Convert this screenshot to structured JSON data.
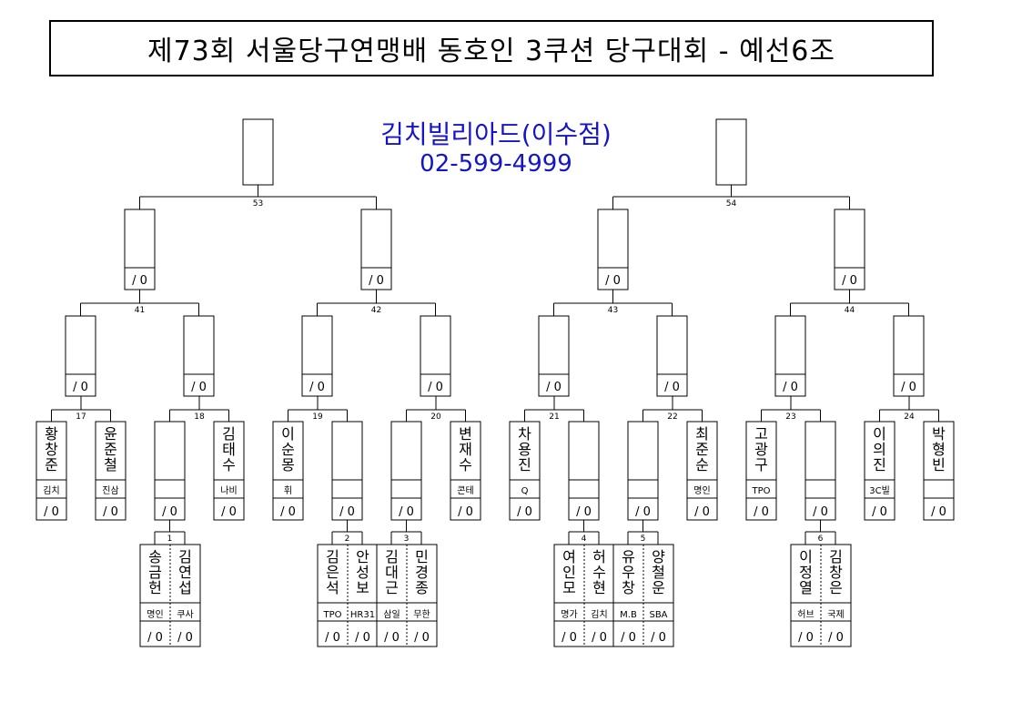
{
  "title": "제73회 서울당구연맹배 동호인 3쿠션 당구대회 - 예선6조",
  "sponsor": {
    "name": "김치빌리아드(이수점)",
    "phone": "02-599-4999"
  },
  "score_glyph": "/ 0",
  "matches": [
    {
      "id": "m53",
      "num": "53"
    },
    {
      "id": "m54",
      "num": "54"
    },
    {
      "id": "m41",
      "num": "41"
    },
    {
      "id": "m42",
      "num": "42"
    },
    {
      "id": "m43",
      "num": "43"
    },
    {
      "id": "m44",
      "num": "44"
    },
    {
      "id": "m17",
      "num": "17"
    },
    {
      "id": "m18",
      "num": "18"
    },
    {
      "id": "m19",
      "num": "19"
    },
    {
      "id": "m20",
      "num": "20"
    },
    {
      "id": "m21",
      "num": "21"
    },
    {
      "id": "m22",
      "num": "22"
    },
    {
      "id": "m23",
      "num": "23"
    },
    {
      "id": "m24",
      "num": "24"
    },
    {
      "id": "m1",
      "num": "1"
    },
    {
      "id": "m2",
      "num": "2"
    },
    {
      "id": "m3",
      "num": "3"
    },
    {
      "id": "m4",
      "num": "4"
    },
    {
      "id": "m5",
      "num": "5"
    },
    {
      "id": "m6",
      "num": "6"
    }
  ],
  "players": [
    {
      "name": "황창준",
      "club": "김치"
    },
    {
      "name": "윤준철",
      "club": "진삼"
    },
    {
      "name": "김태수",
      "club": "나비"
    },
    {
      "name": "이순몽",
      "club": "휘"
    },
    {
      "name": "변재수",
      "club": "콘테"
    },
    {
      "name": "차용진",
      "club": "Q"
    },
    {
      "name": "최준순",
      "club": "명인"
    },
    {
      "name": "고광구",
      "club": "TPO"
    },
    {
      "name": "이의진",
      "club": "3C빌"
    },
    {
      "name": "박형빈",
      "club": ""
    },
    {
      "name": "송금헌",
      "club": "명인"
    },
    {
      "name": "김연섭",
      "club": "쿠사"
    },
    {
      "name": "김은석",
      "club": "TPO"
    },
    {
      "name": "안성보",
      "club": "HR31"
    },
    {
      "name": "김대근",
      "club": "삼일"
    },
    {
      "name": "민경종",
      "club": "무한"
    },
    {
      "name": "여인모",
      "club": "명가"
    },
    {
      "name": "허수현",
      "club": "김치"
    },
    {
      "name": "유우창",
      "club": "M.B"
    },
    {
      "name": "양철운",
      "club": "SBA"
    },
    {
      "name": "이정열",
      "club": "허브"
    },
    {
      "name": "김창은",
      "club": "국제"
    }
  ]
}
